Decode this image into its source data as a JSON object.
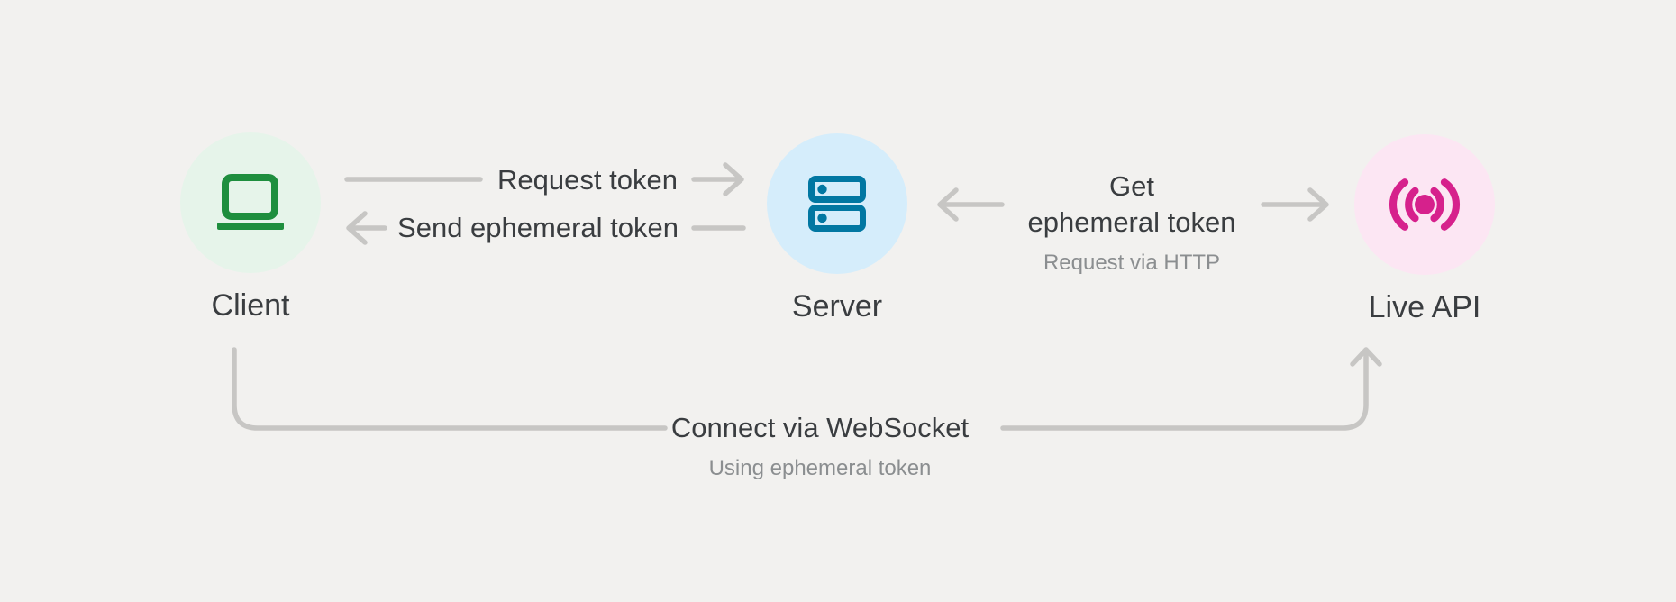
{
  "diagram": {
    "nodes": [
      {
        "id": "client",
        "label": "Client",
        "icon": "laptop-icon"
      },
      {
        "id": "server",
        "label": "Server",
        "icon": "server-icon"
      },
      {
        "id": "live-api",
        "label": "Live API",
        "icon": "live-broadcast-icon"
      }
    ],
    "edges": [
      {
        "from": "client",
        "to": "server",
        "label": "Request token"
      },
      {
        "from": "server",
        "to": "client",
        "label": "Send ephemeral token"
      },
      {
        "from": "server",
        "to": "live-api",
        "label": "Get\nephemeral token",
        "sublabel": "Request via HTTP",
        "bidirectional": true
      },
      {
        "from": "client",
        "to": "live-api",
        "label": "Connect via WebSocket",
        "sublabel": "Using ephemeral token"
      }
    ],
    "colors": {
      "background": "#f2f1ef",
      "line": "#c7c6c4",
      "text": "#3a3d40",
      "subtext": "#8b8e90",
      "client-bg": "#e6f4ea",
      "client-icon": "#1e8e3e",
      "server-bg": "#d5edfb",
      "server-icon": "#0177a2",
      "live-bg": "#fce6f3",
      "live-icon": "#d6218c"
    }
  }
}
